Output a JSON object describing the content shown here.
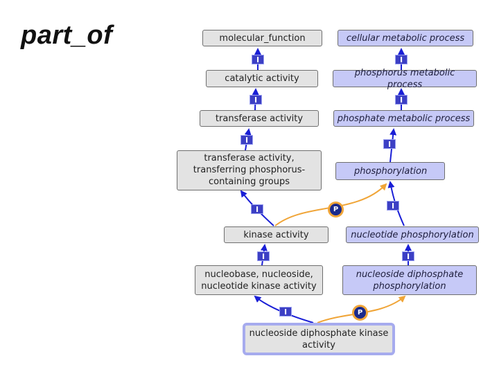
{
  "title": "part_of",
  "nodes": {
    "molecular_function": "molecular_function",
    "catalytic_activity": "catalytic activity",
    "transferase_activity": "transferase activity",
    "transferase_p_groups": "transferase activity, transferring phosphorus-containing groups",
    "kinase_activity": "kinase activity",
    "nucleobase_kinase": "nucleobase, nucleoside, nucleotide kinase activity",
    "ndp_kinase": "nucleoside diphosphate kinase activity",
    "cellular_metabolic": "cellular metabolic process",
    "phosphorus_metabolic": "phosphorus metabolic process",
    "phosphate_metabolic": "phosphate metabolic process",
    "phosphorylation": "phosphorylation",
    "nucleotide_phosphorylation": "nucleotide phosphorylation",
    "nucleoside_diphosphate_phosphorylation": "nucleoside diphosphate phosphorylation"
  },
  "badges": {
    "is_a": "I",
    "part_of": "P"
  },
  "colors": {
    "is_a_edge": "#1a1fd6",
    "part_of_edge": "#f0a538",
    "function_node": "#e3e3e3",
    "process_node": "#c6c9f7",
    "focus_border": "#a6abee"
  }
}
